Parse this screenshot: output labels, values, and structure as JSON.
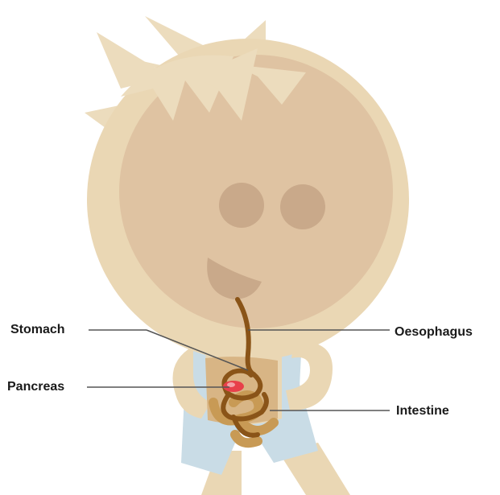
{
  "labels": {
    "stomach": "Stomach",
    "pancreas": "Pancreas",
    "oesophagus": "Oesophagus",
    "intestine": "Intestine"
  },
  "colors": {
    "skin_outer": "#ead7b4",
    "skin_inner": "#dfc3a2",
    "hair": "#ecdcbd",
    "eyes": "#c9a98a",
    "shirt": "#c9dce6",
    "gut": "#8a5418",
    "intestine_fill": "#c89a55",
    "pancreas": "#e8404a",
    "leader_line": "#555555"
  }
}
